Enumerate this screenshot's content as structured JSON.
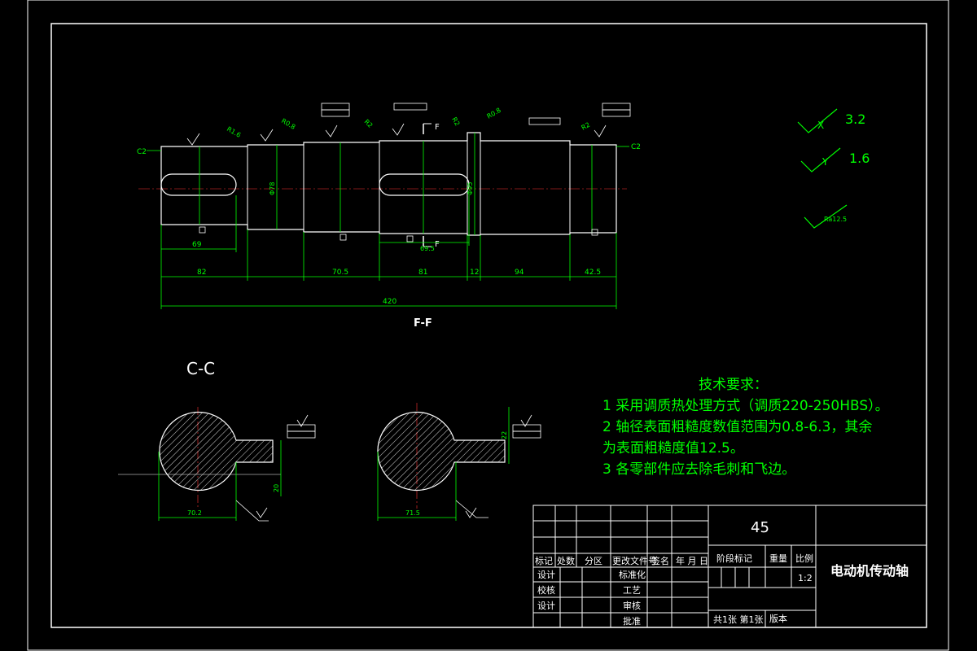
{
  "drawing": {
    "title": "电动机传动轴",
    "material": "45",
    "scale": "1:2",
    "sheet_info": "共1张 第1张",
    "version_label": "版本",
    "section_main_label": "F-F",
    "section_cc_label": "C-C",
    "section_arrow_label": "F"
  },
  "roughness_legend": [
    {
      "symbol": "X",
      "value": "3.2"
    },
    {
      "symbol": "Y",
      "value": "1.6"
    },
    {
      "symbol": "",
      "value": "Ra12.5"
    }
  ],
  "tech_requirements": {
    "heading": "技术要求：",
    "lines": [
      "1 采用调质热处理方式（调质220-250HBS）。",
      "2 轴径表面粗糙度数值范围为0.8-6.3，其余",
      "为表面粗糙度值12.5。",
      "3 各零部件应去除毛刺和飞边。"
    ]
  },
  "dimensions": {
    "keyway_length_1": "69",
    "segment_1": "82",
    "segment_2": "70.5",
    "segment_3": "81",
    "segment_4": "12",
    "segment_5": "94",
    "segment_6": "42.5",
    "overall_length": "420",
    "keyway_length_2": "69.5",
    "diameter_2": "Φ78",
    "diameter_5": "Φ95",
    "chamfer_left": "C2",
    "chamfer_right": "C2",
    "fillet_1": "R1.6",
    "fillet_2": "R0.8",
    "fillet_3": "R2",
    "fillet_4": "R2",
    "fillet_5": "R0.8",
    "fillet_6": "R2",
    "section_left_depth": "70.2",
    "section_right_depth": "71.5",
    "section_left_width": "20",
    "section_right_width": "22"
  },
  "title_block": {
    "row_marks": "标记",
    "row_count": "处数",
    "row_zone": "分区",
    "row_doc": "更改文件号",
    "row_sign": "签名",
    "row_date": "年 月 日",
    "design": "设计",
    "check": "校核",
    "design2": "设计",
    "standard": "标准化",
    "process": "工艺",
    "review": "审核",
    "approve": "批准",
    "stage_mark": "阶段标记",
    "weight": "重量",
    "scale_label": "比例"
  },
  "colors": {
    "outline": "#ffffff",
    "dimension": "#00ff00",
    "tech_text": "#00ff00",
    "centerline": "#ff0000",
    "background": "#000000"
  }
}
